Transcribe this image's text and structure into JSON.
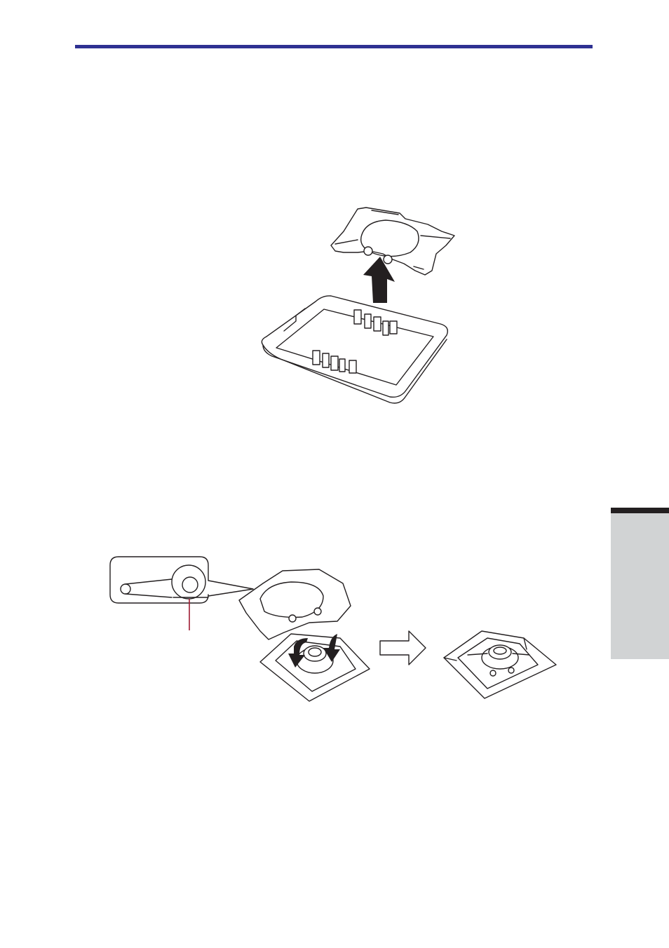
{
  "colors": {
    "header_rule": "#2e3192",
    "side_tab_fill": "#d1d3d4",
    "side_tab_top": "#231f20",
    "line_art": "#231f20",
    "callout_leader": "#9e1b32"
  },
  "figures": [
    {
      "id": "figure-1",
      "depicts": "keycap-bracket-lift-from-key-cap"
    },
    {
      "id": "figure-2",
      "depicts": "bracket-attach-to-key-base"
    }
  ]
}
